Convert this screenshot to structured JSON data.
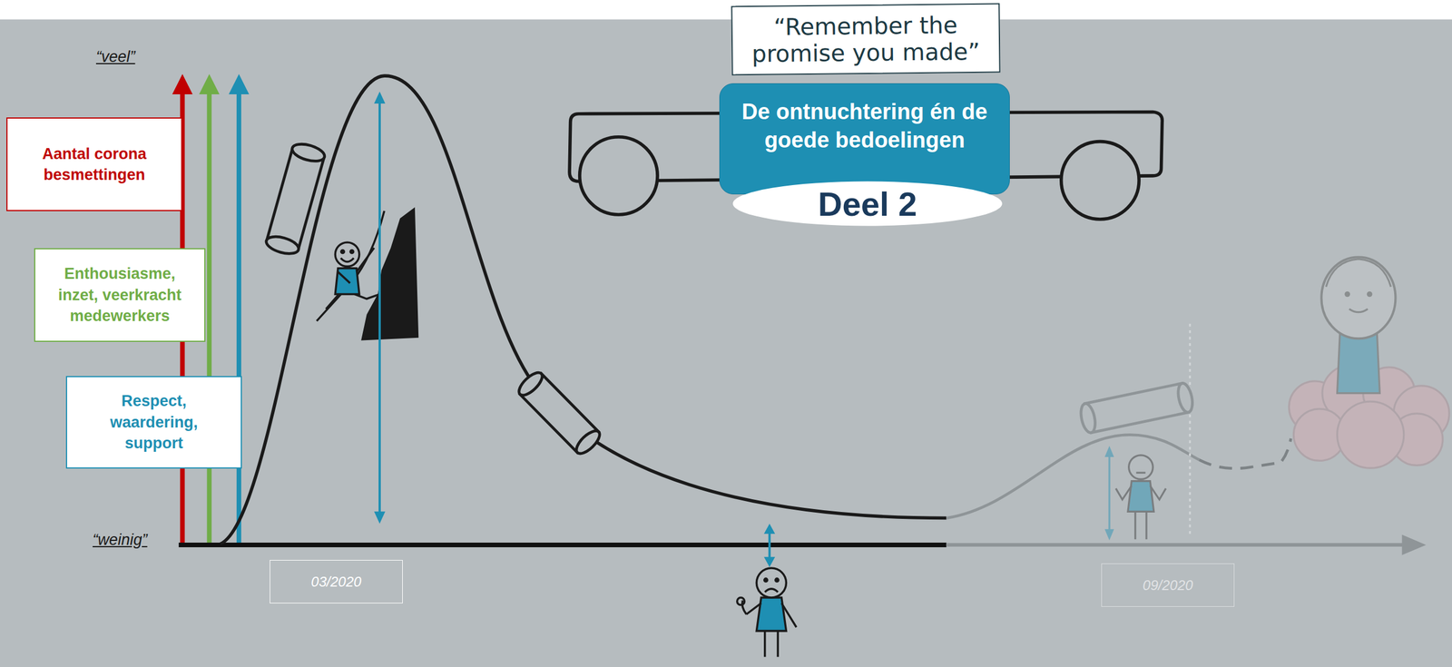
{
  "diagram": {
    "nodes": [
      {
        "text": [
          "“Remember the promise you made”"
        ]
      },
      {
        "text": [
          "De ontnuchtering én de goede bedoelingen"
        ]
      },
      {
        "text": [
          "Deel 2"
        ]
      },
      {
        "text": [
          "Aantal corona besmettingen"
        ]
      },
      {
        "text": [
          "Enthousiasme, inzet, veerkracht medewerkers"
        ]
      },
      {
        "text": [
          "Respect, waardering, support"
        ]
      },
      {
        "text": [
          "03/2020"
        ]
      },
      {
        "text": [
          "09/2020"
        ]
      }
    ],
    "labels": [
      "“veel”",
      "“weinig”"
    ]
  }
}
